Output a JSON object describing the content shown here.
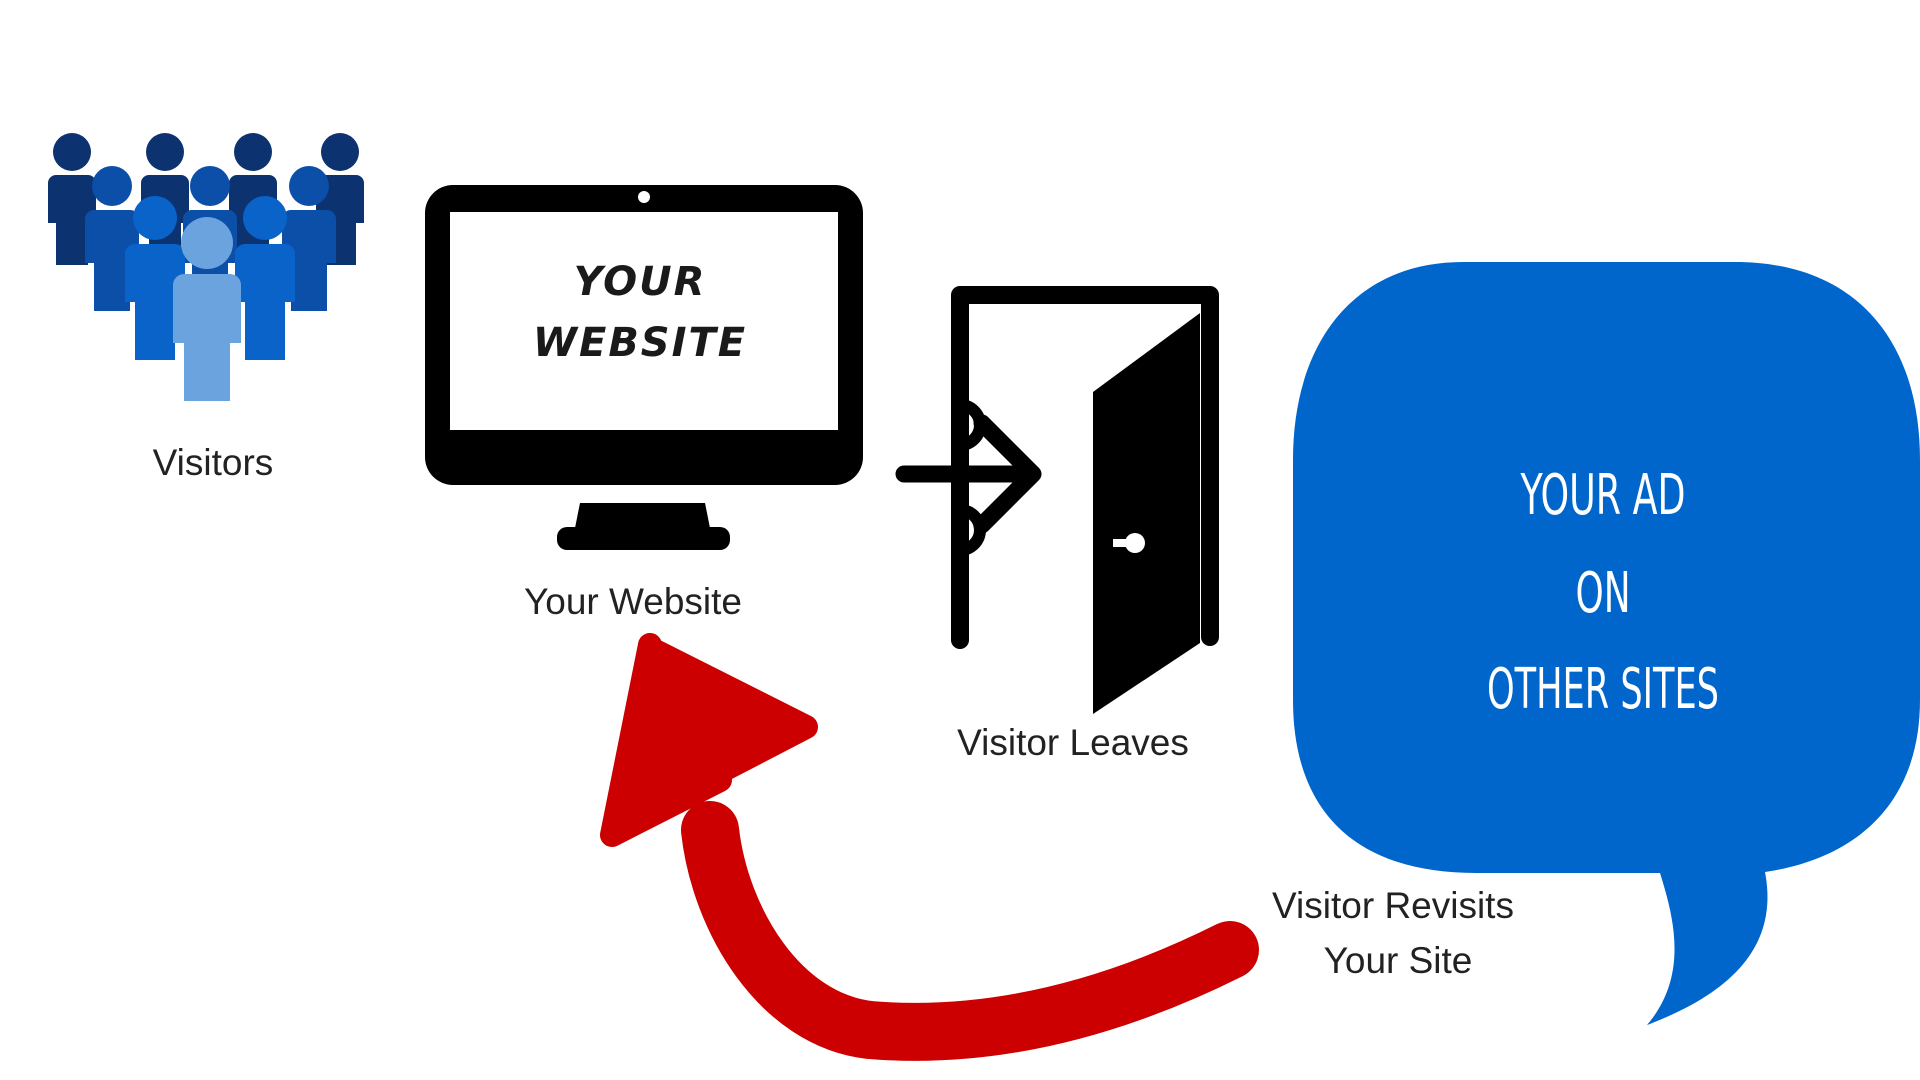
{
  "colors": {
    "bubble": "#0066CC",
    "arrow": "#CC0000",
    "icon": "#000000",
    "visitor_dark": "#0D3270",
    "visitor_mid": "#0B4FA8",
    "visitor_bright": "#0A63C9",
    "visitor_light": "#6AA3DE"
  },
  "visitors": {
    "label": "Visitors",
    "icon": "people-group-icon"
  },
  "website": {
    "screen_line1": "YOUR",
    "screen_line2": "WEBSITE",
    "label": "Your Website",
    "icon": "monitor-icon"
  },
  "exit": {
    "label": "Visitor Leaves",
    "icon": "exit-door-icon"
  },
  "ad_bubble": {
    "line1": "YOUR AD",
    "line2": "ON",
    "line3": "OTHER SITES"
  },
  "revisit": {
    "line1": "Visitor Revisits",
    "line2": "Your Site",
    "icon": "curved-arrow-icon"
  }
}
